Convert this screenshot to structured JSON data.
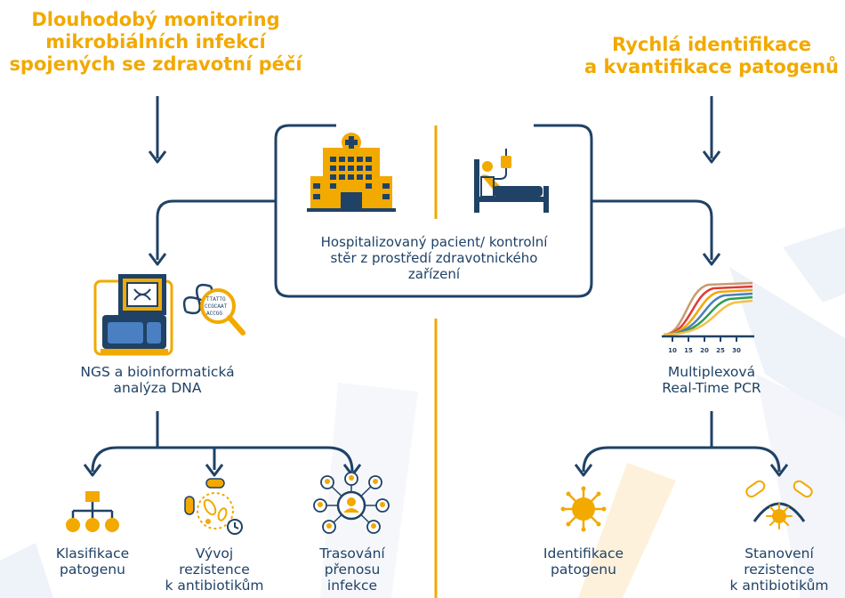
{
  "left_title": [
    "Dlouhodobý monitoring",
    "mikrobiálních infekcí",
    "spojených se zdravotní péčí"
  ],
  "right_title": [
    "Rychlá identifikace",
    "a kvantifikace patogenů"
  ],
  "center_label": [
    "Hospitalizovaný pacient/ kontrolní",
    "stěr z prostředí zdravotnického",
    "zařízení"
  ],
  "ngs_label": [
    "NGS a bioinformatická",
    "analýza DNA"
  ],
  "ngs_screen_text": [
    "TTATTG",
    "CCGCAAT",
    "ACCGG"
  ],
  "pcr_label": [
    "Multiplexová",
    "Real-Time PCR"
  ],
  "pcr_axis_ticks": [
    "10",
    "15",
    "20",
    "25",
    "30"
  ],
  "leaf_labels": {
    "klasifikace": [
      "Klasifikace",
      "patogenu"
    ],
    "vyvoj": [
      "Vývoj",
      "rezistence",
      "k antibiotikům"
    ],
    "trasovani": [
      "Trasování",
      "přenosu",
      "infekce"
    ],
    "identifikace": [
      "Identifikace",
      "patogenu"
    ],
    "stanoveni": [
      "Stanovení",
      "rezistence",
      "k antibiotikům"
    ]
  },
  "colors": {
    "navy": "#1f4266",
    "gold": "#f2a900",
    "blue": "#4a7fc1"
  }
}
